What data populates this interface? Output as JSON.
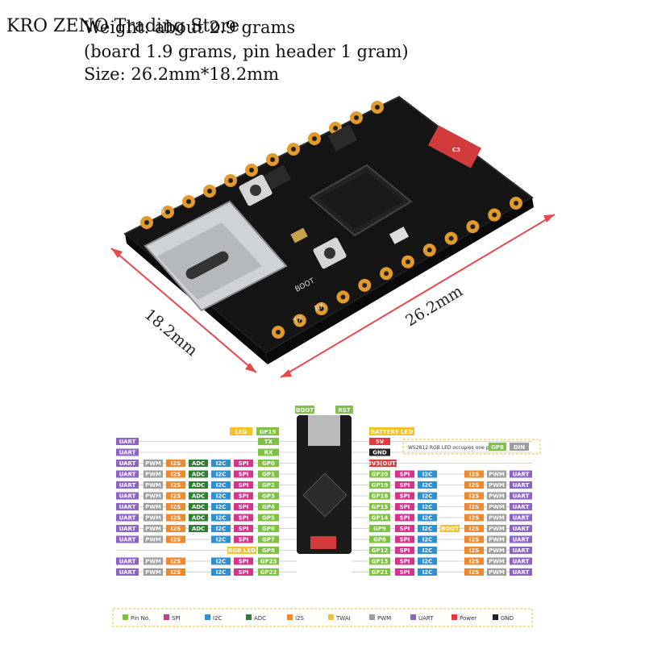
{
  "store": {
    "name": "KRO ZENO Trading Store"
  },
  "specs": [
    "Weight: about 2.9 grams",
    "(board 1.9 grams, pin header 1 gram)",
    "Size: 26.2mm*18.2mm"
  ],
  "dimensions": {
    "width_label": "18.2mm",
    "length_label": "26.2mm"
  },
  "board_labels": {
    "silk_5v": "5V",
    "silk_boot": "BOOT",
    "silk_rx": "RX",
    "silk_tx": "TX",
    "chip": "C3"
  },
  "header": {
    "boot": "BOOT",
    "rst": "RST",
    "led": "LED",
    "gp15": "GP15",
    "battery_led": "BATTERY LED",
    "ws2812_note": "WS2812 RGB LED occupies one pin.",
    "gp8": "GP8",
    "din": "DIN"
  },
  "pins_left": [
    {
      "uart": "UART",
      "pwm": "",
      "i2s": "",
      "adc": "",
      "i2c": "",
      "spi": "",
      "pin": "TX"
    },
    {
      "uart": "UART",
      "pwm": "",
      "i2s": "",
      "adc": "",
      "i2c": "",
      "spi": "",
      "pin": "RX"
    },
    {
      "uart": "UART",
      "pwm": "PWM",
      "i2s": "I2S",
      "adc": "ADC",
      "i2c": "I2C",
      "spi": "SPI",
      "pin": "GP0"
    },
    {
      "uart": "UART",
      "pwm": "PWM",
      "i2s": "I2S",
      "adc": "ADC",
      "i2c": "I2C",
      "spi": "SPI",
      "pin": "GP1"
    },
    {
      "uart": "UART",
      "pwm": "PWM",
      "i2s": "I2S",
      "adc": "ADC",
      "i2c": "I2C",
      "spi": "SPI",
      "pin": "GP2"
    },
    {
      "uart": "UART",
      "pwm": "PWM",
      "i2s": "I2S",
      "adc": "ADC",
      "i2c": "I2C",
      "spi": "SPI",
      "pin": "GP3"
    },
    {
      "uart": "UART",
      "pwm": "PWM",
      "i2s": "I2S",
      "adc": "ADC",
      "i2c": "I2C",
      "spi": "SPI",
      "pin": "GP4"
    },
    {
      "uart": "UART",
      "pwm": "PWM",
      "i2s": "I2S",
      "adc": "ADC",
      "i2c": "I2C",
      "spi": "SPI",
      "pin": "GP5"
    },
    {
      "uart": "UART",
      "pwm": "PWM",
      "i2s": "I2S",
      "adc": "ADC",
      "i2c": "I2C",
      "spi": "SPI",
      "pin": "GP6"
    },
    {
      "uart": "UART",
      "pwm": "PWM",
      "i2s": "I2S",
      "adc": "",
      "i2c": "I2C",
      "spi": "SPI",
      "pin": "GP7"
    },
    {
      "uart": "",
      "pwm": "",
      "i2s": "",
      "adc": "",
      "i2c": "",
      "spi": "",
      "pin": "GP8",
      "extra": "RGB LED"
    },
    {
      "uart": "UART",
      "pwm": "PWM",
      "i2s": "I2S",
      "adc": "",
      "i2c": "I2C",
      "spi": "SPI",
      "pin": "GP23"
    },
    {
      "uart": "UART",
      "pwm": "PWM",
      "i2s": "I2S",
      "adc": "",
      "i2c": "I2C",
      "spi": "SPI",
      "pin": "GP22"
    }
  ],
  "pins_right": [
    {
      "pin": "5V",
      "spi": "",
      "i2c": "",
      "extra": "",
      "i2s": "",
      "pwm": "",
      "uart": ""
    },
    {
      "pin": "GND",
      "spi": "",
      "i2c": "",
      "extra": "",
      "i2s": "",
      "pwm": "",
      "uart": ""
    },
    {
      "pin": "3V3(OUT)",
      "spi": "",
      "i2c": "",
      "extra": "",
      "i2s": "",
      "pwm": "",
      "uart": ""
    },
    {
      "pin": "GP20",
      "spi": "SPI",
      "i2c": "I2C",
      "extra": "",
      "i2s": "I2S",
      "pwm": "PWM",
      "uart": "UART"
    },
    {
      "pin": "GP19",
      "spi": "SPI",
      "i2c": "I2C",
      "extra": "",
      "i2s": "I2S",
      "pwm": "PWM",
      "uart": "UART"
    },
    {
      "pin": "GP18",
      "spi": "SPI",
      "i2c": "I2C",
      "extra": "",
      "i2s": "I2S",
      "pwm": "PWM",
      "uart": "UART"
    },
    {
      "pin": "GP15",
      "spi": "SPI",
      "i2c": "I2C",
      "extra": "",
      "i2s": "I2S",
      "pwm": "PWM",
      "uart": "UART"
    },
    {
      "pin": "GP14",
      "spi": "SPI",
      "i2c": "I2C",
      "extra": "",
      "i2s": "I2S",
      "pwm": "PWM",
      "uart": "UART"
    },
    {
      "pin": "GP9",
      "spi": "SPI",
      "i2c": "I2C",
      "extra": "BOOT",
      "i2s": "I2S",
      "pwm": "PWM",
      "uart": "UART"
    },
    {
      "pin": "GP8",
      "spi": "SPI",
      "i2c": "I2C",
      "extra": "",
      "i2s": "I2S",
      "pwm": "PWM",
      "uart": "UART"
    },
    {
      "pin": "GP12",
      "spi": "SPI",
      "i2c": "I2C",
      "extra": "",
      "i2s": "I2S",
      "pwm": "PWM",
      "uart": "UART"
    },
    {
      "pin": "GP13",
      "spi": "SPI",
      "i2c": "I2C",
      "extra": "",
      "i2s": "I2S",
      "pwm": "PWM",
      "uart": "UART"
    },
    {
      "pin": "GP21",
      "spi": "SPI",
      "i2c": "I2C",
      "extra": "",
      "i2s": "I2S",
      "pwm": "PWM",
      "uart": "UART"
    }
  ],
  "legend": [
    {
      "label": "Pin No.",
      "color": "#7dc242"
    },
    {
      "label": "SPI",
      "color": "#d6338a"
    },
    {
      "label": "I2C",
      "color": "#2f8fd0"
    },
    {
      "label": "ADC",
      "color": "#2e7d32"
    },
    {
      "label": "I2S",
      "color": "#f0892e"
    },
    {
      "label": "TWAI",
      "color": "#f2c12e"
    },
    {
      "label": "PWM",
      "color": "#9e9e9e"
    },
    {
      "label": "UART",
      "color": "#8e63c7"
    },
    {
      "label": "Power",
      "color": "#e03a3a"
    },
    {
      "label": "GND",
      "color": "#222222"
    }
  ],
  "colors": {
    "pin": "#7dc242",
    "spi": "#d6338a",
    "i2c": "#2f8fd0",
    "adc": "#2e7d32",
    "i2s": "#f0892e",
    "twai": "#f2c12e",
    "pwm": "#9e9e9e",
    "uart": "#8e63c7",
    "power": "#e03a3a",
    "gnd": "#222222",
    "arrow": "#e8474b",
    "board": "#1b1b1b",
    "pad": "#e39a2c"
  }
}
